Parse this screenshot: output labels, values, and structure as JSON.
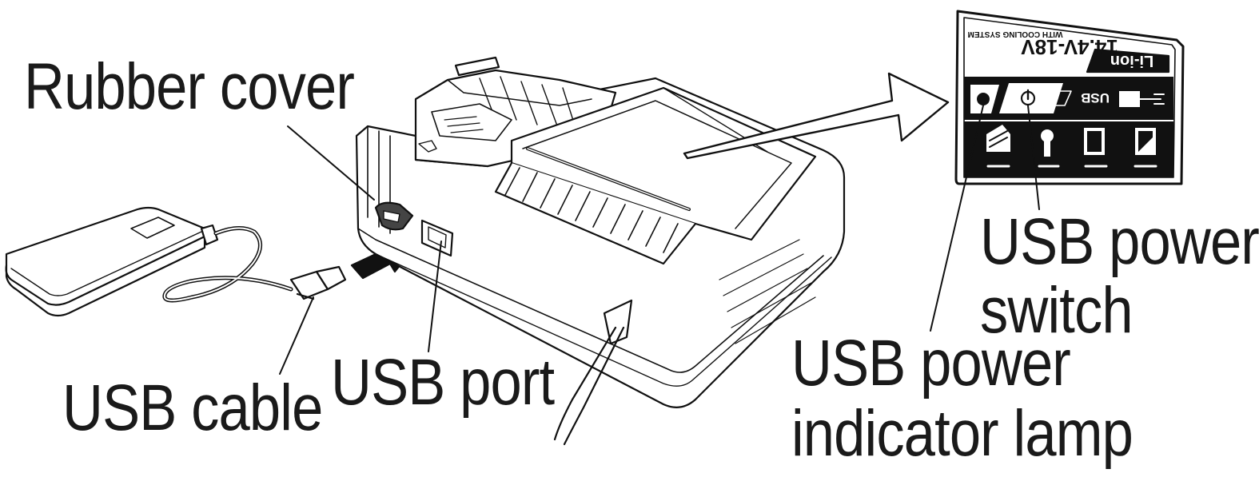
{
  "callouts": {
    "rubber_cover": "Rubber cover",
    "usb_cable": "USB cable",
    "usb_port": "USB port",
    "usb_power_switch": {
      "line1": "USB power",
      "line2": "switch"
    },
    "usb_power_indicator_lamp": {
      "line1": "USB power",
      "line2": "indicator lamp"
    }
  },
  "control_panel": {
    "brand_label": "Li-ion",
    "voltage_label": "14.4V-18V",
    "cooling_label": "WITH COOLING SYSTEM",
    "usb_label": "USB"
  },
  "colors": {
    "ink": "#111111",
    "panel_bg": "#111111",
    "paper": "#ffffff"
  }
}
